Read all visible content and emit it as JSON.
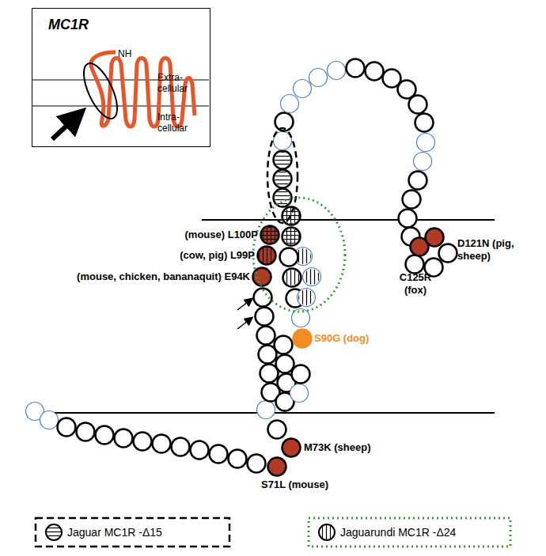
{
  "diagram": {
    "nodes": [
      {
        "text": [
          "MC1R",
          "NH",
          "Extra- cellular",
          "Intra- cellular"
        ]
      }
    ],
    "labels": [
      "(mouse) L100P",
      "(cow, pig) L99P",
      "(mouse, chicken, bananaquit) E94K",
      "S90G (dog)",
      "D121N (pig, sheep)",
      "C125R (fox)",
      "M73K (sheep)",
      "S71L (mouse)"
    ],
    "legend": [
      {
        "text": "Jaguar MC1R -Δ15"
      },
      {
        "text": "Jaguarundi MC1R -Δ24"
      }
    ]
  }
}
